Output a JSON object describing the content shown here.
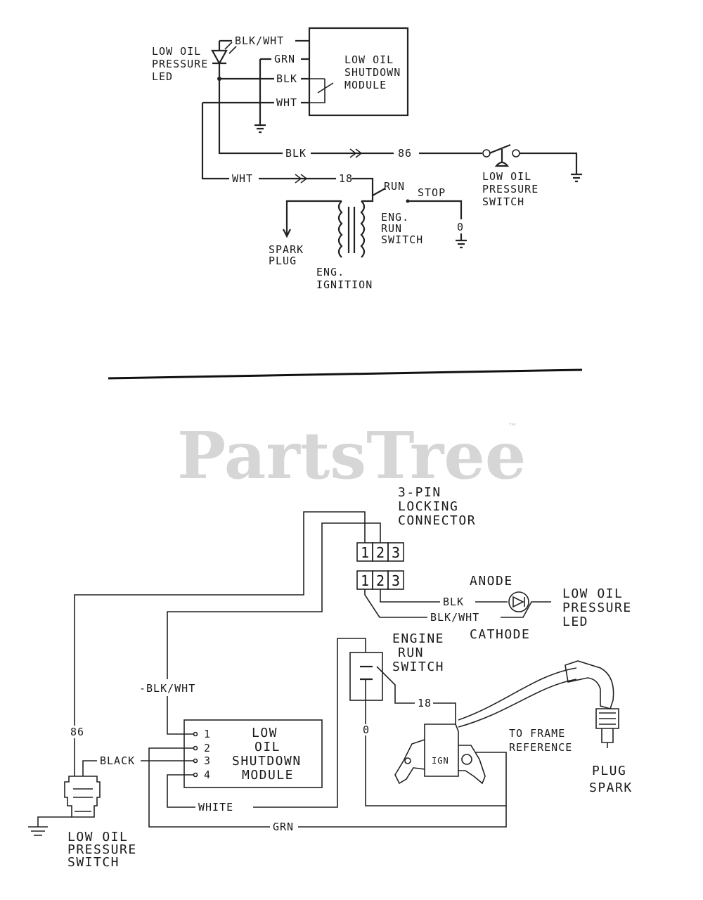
{
  "watermark": {
    "brand": "PartsTree",
    "trademark": "™"
  },
  "schematic": {
    "led_label": [
      "LOW OIL",
      "PRESSURE",
      "LED"
    ],
    "module_label": [
      "LOW OIL",
      "SHUTDOWN",
      "MODULE"
    ],
    "wire_blk_wht": "BLK/WHT",
    "wire_grn": "GRN",
    "wire_blk": "BLK",
    "wire_wht": "WHT",
    "wire_blk_run": "BLK",
    "wire_86": "86",
    "wire_wht_run": "WHT",
    "wire_18": "18",
    "switch_label": [
      "LOW OIL",
      "PRESSURE",
      "SWITCH"
    ],
    "run": "RUN",
    "stop": "STOP",
    "run_switch_label": [
      "ENG.",
      "RUN",
      "SWITCH"
    ],
    "zero": "0",
    "spark_plug": [
      "SPARK",
      "PLUG"
    ],
    "ignition": [
      "ENG.",
      "IGNITION"
    ]
  },
  "pictorial": {
    "connector_label": [
      "3-PIN",
      "LOCKING",
      "CONNECTOR"
    ],
    "pins": [
      "1",
      "2",
      "3"
    ],
    "anode": "ANODE",
    "cathode": "CATHODE",
    "led_label": [
      "LOW OIL",
      "PRESSURE",
      "LED"
    ],
    "wire_blk": "BLK",
    "wire_blk_wht": "BLK/WHT",
    "wire_blk_wht_left": "-BLK/WHT",
    "wire_86": "86",
    "wire_black": "BLACK",
    "wire_white": "WHITE",
    "wire_grn": "GRN",
    "wire_18": "18",
    "wire_0": "0",
    "engine_run_switch": [
      "ENGINE",
      "RUN",
      "SWITCH"
    ],
    "module_pins": [
      "1",
      "2",
      "3",
      "4"
    ],
    "module_label": [
      "LOW",
      "OIL",
      "SHUTDOWN",
      "MODULE"
    ],
    "ign": "IGN",
    "frame_ref": [
      "TO FRAME",
      "REFERENCE"
    ],
    "plug_label": [
      "PLUG",
      "SPARK"
    ],
    "switch_label": [
      "LOW OIL",
      "PRESSURE",
      "SWITCH"
    ]
  }
}
